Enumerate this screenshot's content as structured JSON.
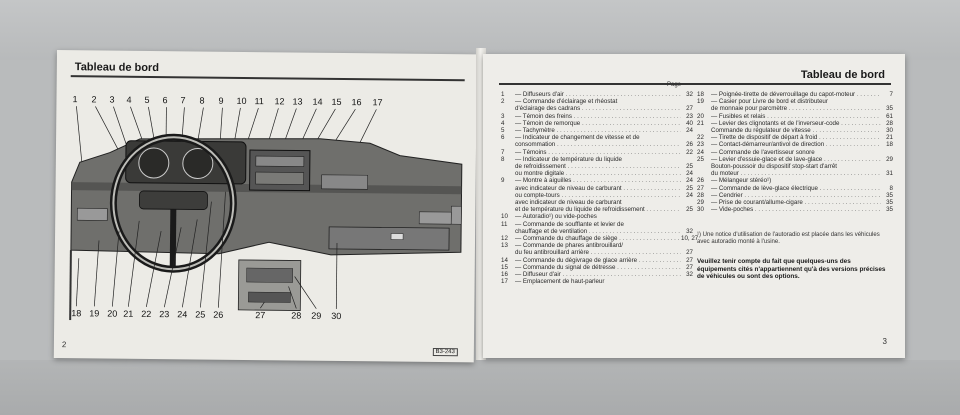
{
  "left_page": {
    "title": "Tableau de bord",
    "page_number": "2",
    "figure_code": "B3-243",
    "top_callouts": [
      "1",
      "2",
      "3",
      "4",
      "5",
      "6",
      "7",
      "8",
      "9",
      "10",
      "11",
      "12",
      "13",
      "14",
      "15",
      "16",
      "17"
    ],
    "bottom_callouts": [
      "18",
      "19",
      "20",
      "21",
      "22",
      "23",
      "24",
      "25",
      "26",
      "27",
      "28",
      "29",
      "30"
    ]
  },
  "right_page": {
    "title": "Tableau de bord",
    "page_number": "3",
    "page_header": "Page",
    "entries_left": [
      {
        "num": "1",
        "text": "— Diffuseurs d'air",
        "page": "32"
      },
      {
        "num": "2",
        "text": "— Commande d'éclairage et rhéostat",
        "page": ""
      },
      {
        "num": "",
        "text": "d'éclairage des cadrans",
        "page": "27"
      },
      {
        "num": "3",
        "text": "— Témoin des freins",
        "page": "23"
      },
      {
        "num": "4",
        "text": "— Témoin de remorque",
        "page": "40"
      },
      {
        "num": "5",
        "text": "— Tachymètre",
        "page": "24"
      },
      {
        "num": "6",
        "text": "— Indicateur de changement de vitesse et de",
        "page": ""
      },
      {
        "num": "",
        "text": "consommation",
        "page": "26"
      },
      {
        "num": "7",
        "text": "— Témoins",
        "page": "22"
      },
      {
        "num": "8",
        "text": "— Indicateur de température du liquide",
        "page": ""
      },
      {
        "num": "",
        "text": "de refroidissement",
        "page": "25"
      },
      {
        "num": "",
        "text": "ou montre digitale",
        "page": "24"
      },
      {
        "num": "9",
        "text": "— Montre à aiguilles",
        "page": "24"
      },
      {
        "num": "",
        "text": "avec indicateur de niveau de carburant",
        "page": "25"
      },
      {
        "num": "",
        "text": "ou compte-tours",
        "page": "24"
      },
      {
        "num": "",
        "text": "avec indicateur de niveau de carburant",
        "page": ""
      },
      {
        "num": "",
        "text": "et de température du liquide de refroidissement",
        "page": "25"
      },
      {
        "num": "10",
        "text": "— Autoradio¹) ou vide-poches",
        "page": ""
      },
      {
        "num": "11",
        "text": "— Commande de soufflante et levier de",
        "page": ""
      },
      {
        "num": "",
        "text": "chauffage et de ventilation",
        "page": "32"
      },
      {
        "num": "12",
        "text": "— Commande du chauffage de siège",
        "page": "10, 27"
      },
      {
        "num": "13",
        "text": "— Commande de phares antibrouillard/",
        "page": ""
      },
      {
        "num": "",
        "text": "du feu antibrouillard arrière",
        "page": "27"
      },
      {
        "num": "14",
        "text": "— Commande du dégivrage de glace arrière",
        "page": "27"
      },
      {
        "num": "15",
        "text": "— Commande du signal de détresse",
        "page": "27"
      },
      {
        "num": "16",
        "text": "— Diffuseur d'air",
        "page": "32"
      },
      {
        "num": "17",
        "text": "— Emplacement de haut-parleur",
        "page": ""
      }
    ],
    "entries_right": [
      {
        "num": "18",
        "text": "— Poignée-tirette de déverrouillage du capot-moteur",
        "page": "7"
      },
      {
        "num": "19",
        "text": "— Casier pour Livre de bord et distributeur",
        "page": ""
      },
      {
        "num": "",
        "text": "de monnaie pour parcmètre",
        "page": "35"
      },
      {
        "num": "20",
        "text": "— Fusibles et relais",
        "page": "61"
      },
      {
        "num": "21",
        "text": "— Levier des clignotants et de l'inverseur-code",
        "page": "28"
      },
      {
        "num": "",
        "text": "Commande du régulateur de vitesse",
        "page": "30"
      },
      {
        "num": "22",
        "text": "— Tirette de dispositif de départ à froid",
        "page": "21"
      },
      {
        "num": "23",
        "text": "— Contact-démarreur/antivol de direction",
        "page": "18"
      },
      {
        "num": "24",
        "text": "— Commande de l'avertisseur sonore",
        "page": ""
      },
      {
        "num": "25",
        "text": "— Levier d'essuie-glace et de lave-glace",
        "page": "29"
      },
      {
        "num": "",
        "text": "Bouton-poussoir du dispositif stop-start d'arrêt",
        "page": ""
      },
      {
        "num": "",
        "text": "du moteur",
        "page": "31"
      },
      {
        "num": "26",
        "text": "— Mélangeur stéréo¹)",
        "page": ""
      },
      {
        "num": "27",
        "text": "— Commande de lève-glace électrique",
        "page": "8"
      },
      {
        "num": "28",
        "text": "— Cendrier",
        "page": "35"
      },
      {
        "num": "29",
        "text": "— Prise de courant/allume-cigare",
        "page": "35"
      },
      {
        "num": "30",
        "text": "— Vide-poches",
        "page": "35"
      }
    ],
    "footnote": "¹) Une notice d'utilisation de l'autoradio est placée dans les véhicules avec autoradio monté à l'usine.",
    "notice": "Veuillez tenir compte du fait que quelques-uns des équipements cités n'appartiennent qu'à des versions précises de véhicules ou sont des options."
  }
}
